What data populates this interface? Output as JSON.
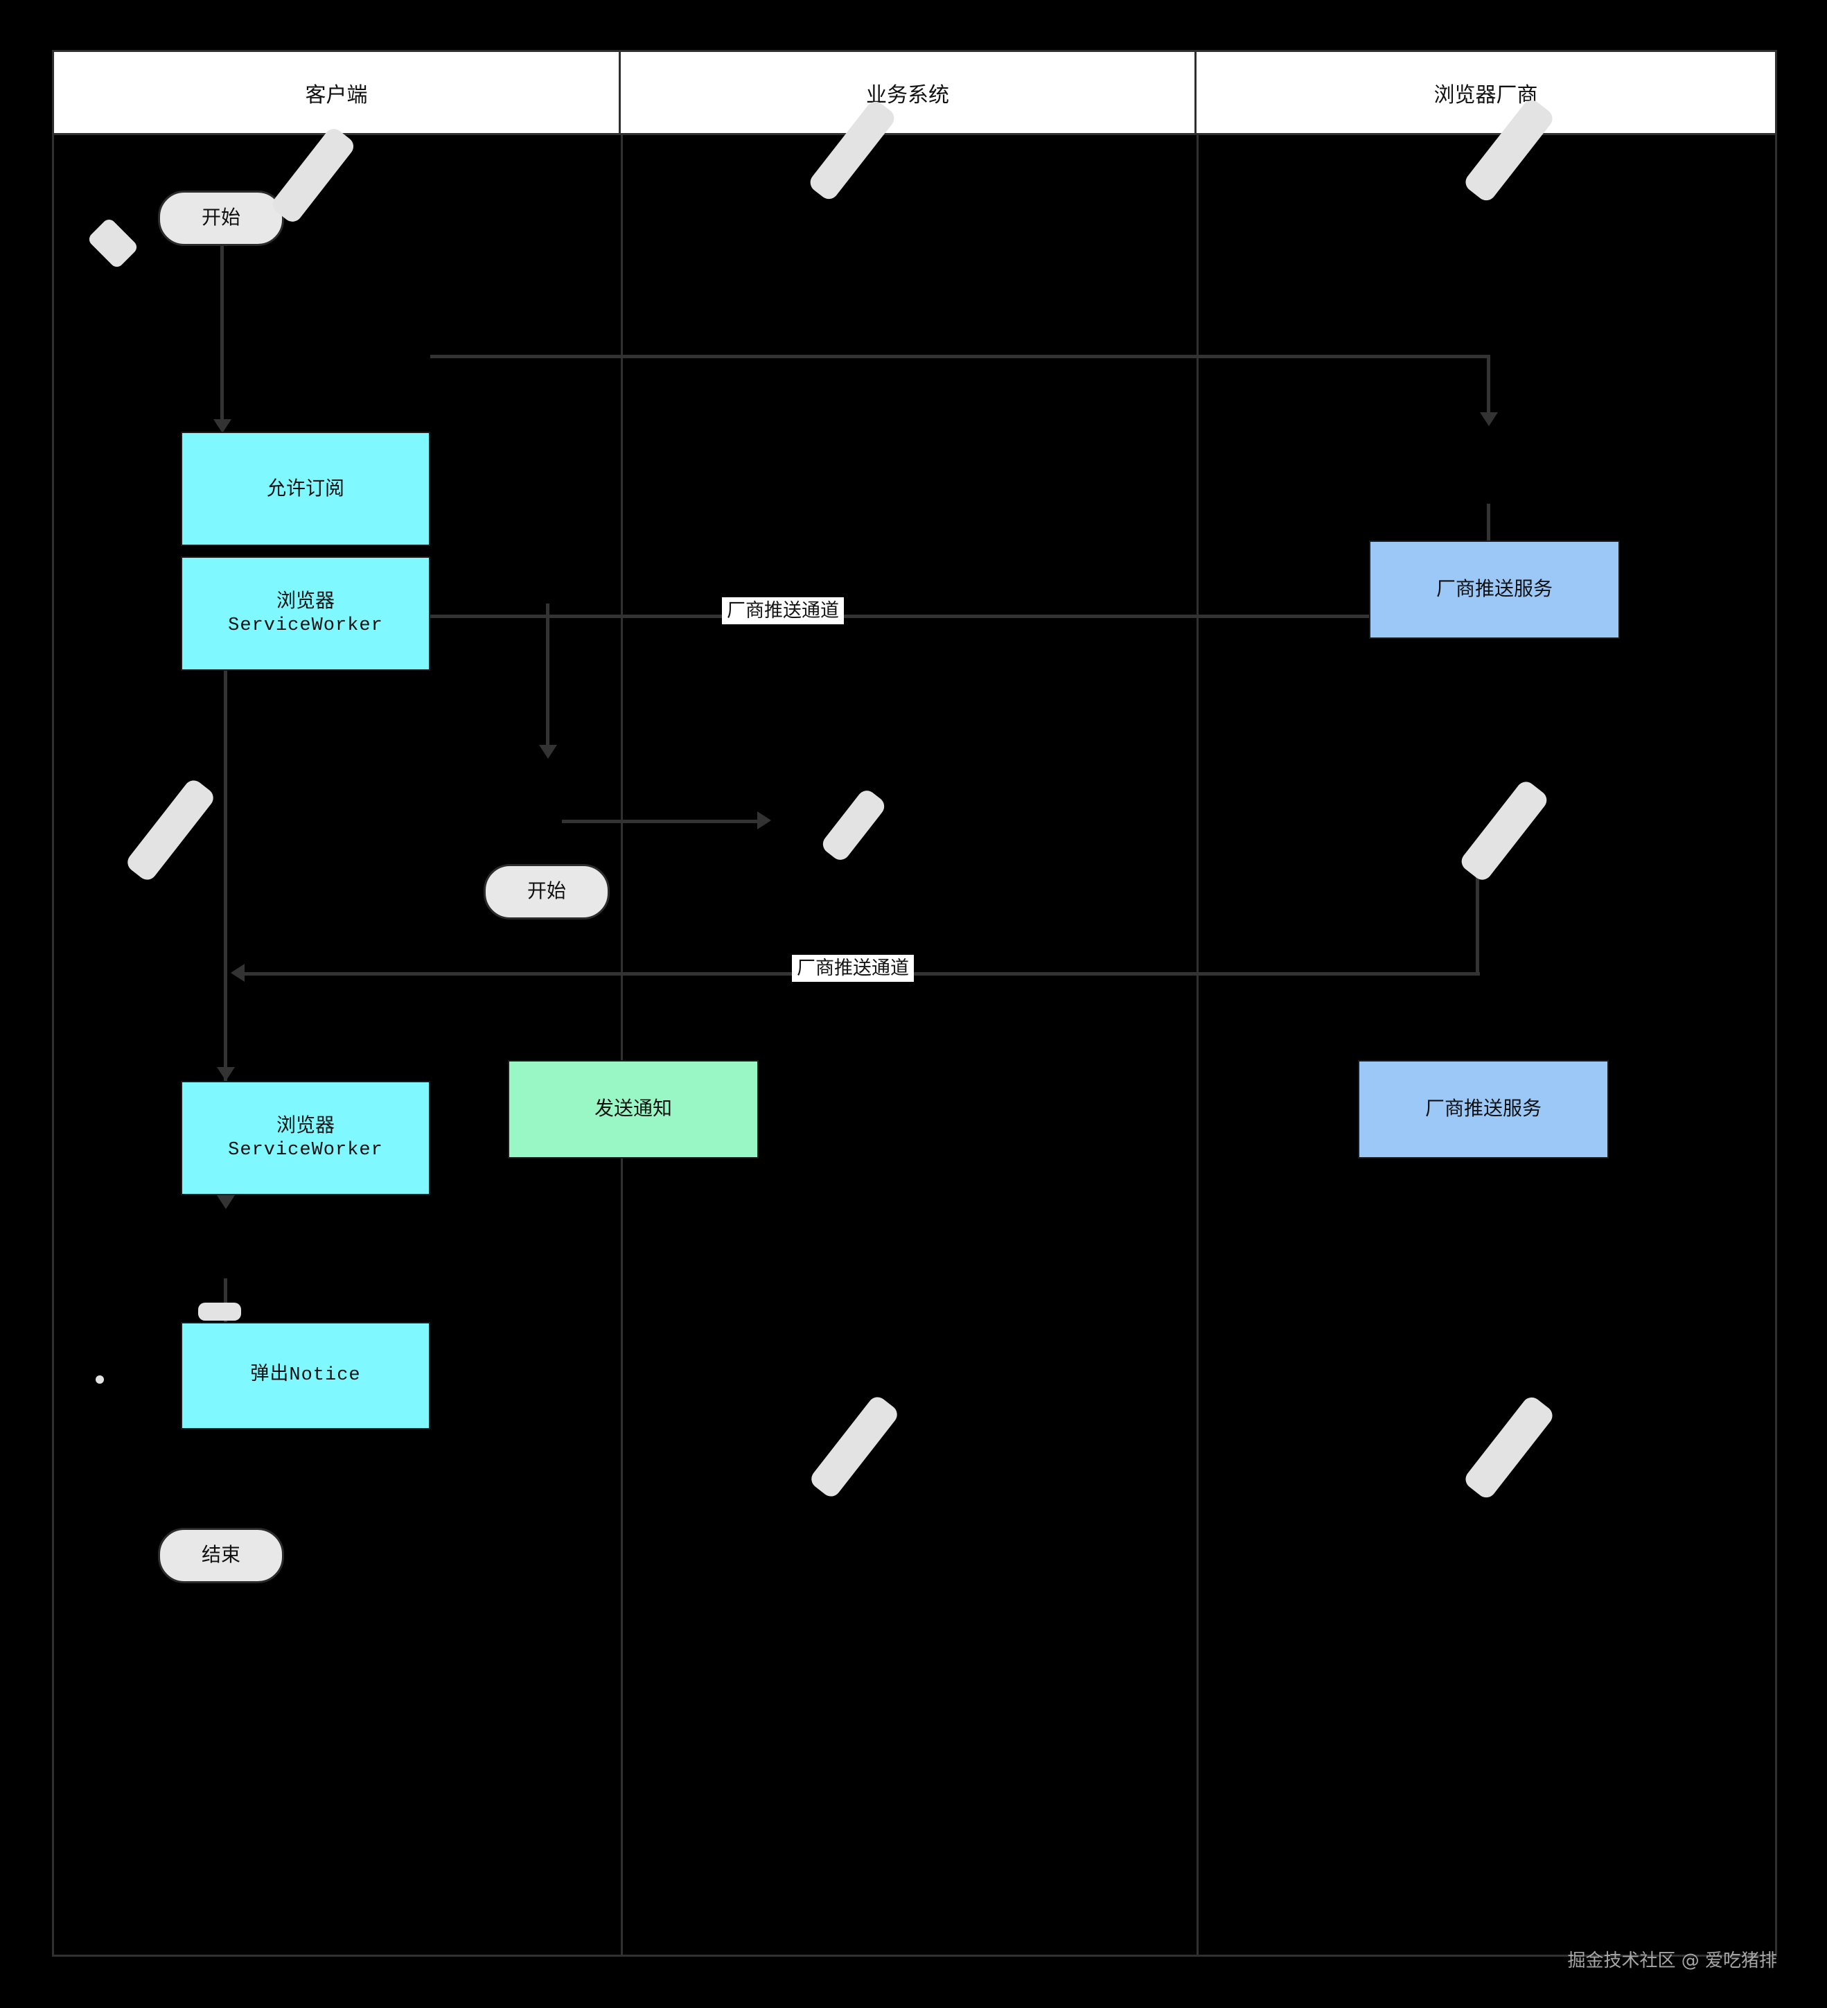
{
  "diagram": {
    "type": "swimlane-flowchart",
    "background_color": "#000000",
    "lanes": [
      {
        "id": "client",
        "label": "客户端"
      },
      {
        "id": "service",
        "label": "业务系统"
      },
      {
        "id": "vendor",
        "label": "浏览器厂商"
      }
    ],
    "nodes": [
      {
        "id": "start-client",
        "lane": "client",
        "shape": "terminator",
        "label": "开始",
        "color": "#e8e8e8"
      },
      {
        "id": "allow-subscribe",
        "lane": "client",
        "shape": "process",
        "label": "允许订阅",
        "color": "#7ff9ff"
      },
      {
        "id": "sw-1",
        "lane": "client",
        "shape": "process",
        "label_line1": "浏览器",
        "label_line2": "ServiceWorker",
        "color": "#7ff9ff"
      },
      {
        "id": "sw-2",
        "lane": "client",
        "shape": "process",
        "label_line1": "浏览器",
        "label_line2": "ServiceWorker",
        "color": "#7ff9ff"
      },
      {
        "id": "popup-notice",
        "lane": "client",
        "shape": "process",
        "label": "弹出Notice",
        "color": "#7ff9ff"
      },
      {
        "id": "end-client",
        "lane": "client",
        "shape": "terminator",
        "label": "结束",
        "color": "#e8e8e8"
      },
      {
        "id": "start-service",
        "lane": "service",
        "shape": "terminator",
        "label": "开始",
        "color": "#e8e8e8"
      },
      {
        "id": "send-notify",
        "lane": "service",
        "shape": "process",
        "label": "发送通知",
        "color": "#99f7c6"
      },
      {
        "id": "push-svc-1",
        "lane": "vendor",
        "shape": "process",
        "label": "厂商推送服务",
        "color": "#9cc8f8"
      },
      {
        "id": "push-svc-2",
        "lane": "vendor",
        "shape": "process",
        "label": "厂商推送服务",
        "color": "#9cc8f8"
      }
    ],
    "edges": [
      {
        "from": "start-client",
        "to": "allow-subscribe",
        "label": ""
      },
      {
        "from": "allow-subscribe",
        "to": "push-svc-1",
        "label": ""
      },
      {
        "from": "push-svc-1",
        "to": "sw-1",
        "label": "厂商推送通道"
      },
      {
        "from": "sw-1",
        "to": "sw-2",
        "label": ""
      },
      {
        "from": "start-service",
        "to": "send-notify",
        "label": ""
      },
      {
        "from": "send-notify",
        "to": "push-svc-2",
        "label": ""
      },
      {
        "from": "push-svc-2",
        "to": "sw-2",
        "label": "厂商推送通道"
      },
      {
        "from": "sw-2",
        "to": "popup-notice",
        "label": ""
      },
      {
        "from": "popup-notice",
        "to": "end-client",
        "label": ""
      }
    ],
    "edge_labels": {
      "channel_1": "厂商推送通道",
      "channel_2": "厂商推送通道"
    }
  },
  "watermark": {
    "text": "掘金技术社区 @ 爱吃猪排"
  }
}
